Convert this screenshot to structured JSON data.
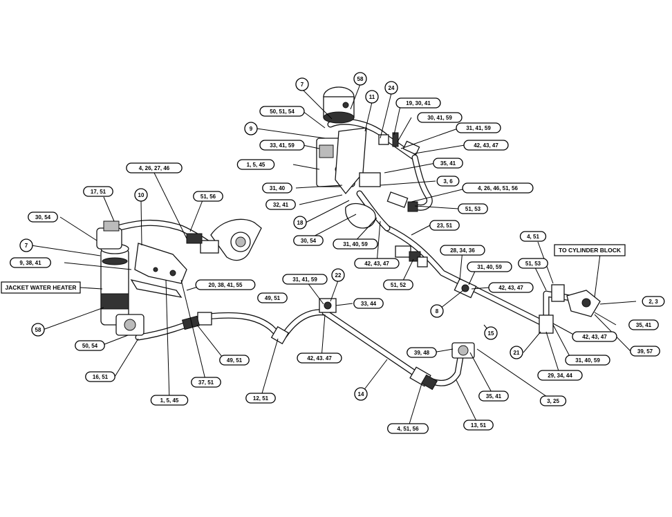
{
  "labels": {
    "jacket_water_heater": "JACKET WATER HEATER",
    "to_cylinder_block": "TO CYLINDER BLOCK"
  },
  "callouts": {
    "c_7_top": "7",
    "c_58_top": "58",
    "c_11": "11",
    "c_24": "24",
    "c_50_51_54": "50, 51, 54",
    "c_19_30_41": "19, 30, 41",
    "c_9_top": "9",
    "c_30_41_59": "30, 41, 59",
    "c_31_41_59_a": "31, 41, 59",
    "c_33_41_59": "33, 41, 59",
    "c_42_43_47_a": "42, 43, 47",
    "c_1_5_45_top": "1, 5, 45",
    "c_35_41_a": "35, 41",
    "c_4_26_27_46": "4, 26, 27, 46",
    "c_3_6": "3, 6",
    "c_31_40": "31, 40",
    "c_4_26_46_51_56": "4, 26, 46, 51, 56",
    "c_17_51": "17, 51",
    "c_10": "10",
    "c_51_56": "51, 56",
    "c_32_41": "32, 41",
    "c_51_53_a": "51, 53",
    "c_30_54_a": "30, 54",
    "c_18": "18",
    "c_23_51": "23, 51",
    "c_30_54_b": "30, 54",
    "c_31_40_59_a": "31, 40, 59",
    "c_7_left": "7",
    "c_4_51_right": "4, 51",
    "c_9_38_41": "9, 38, 41",
    "c_28_34_36": "28, 34, 36",
    "c_42_43_47_b": "42, 43, 47",
    "c_31_40_59_b": "31, 40, 59",
    "c_51_53_b": "51, 53",
    "c_51_52": "51, 52",
    "c_20_38_41_55": "20, 38, 41, 55",
    "c_31_41_59_b": "31, 41, 59",
    "c_22": "22",
    "c_42_43_47_c": "42, 43, 47",
    "c_49_51_a": "49, 51",
    "c_33_44": "33, 44",
    "c_8": "8",
    "c_2_3": "2, 3",
    "c_35_41_b": "35, 41",
    "c_58_left": "58",
    "c_15": "15",
    "c_42_43_47_d": "42, 43, 47",
    "c_39_57": "39, 57",
    "c_50_54": "50, 54",
    "c_39_48": "39, 48",
    "c_21": "21",
    "c_49_51_b": "49, 51",
    "c_42_43_47_e": "42, 43. 47",
    "c_31_40_59_c": "31, 40, 59",
    "c_16_51": "16, 51",
    "c_29_34_44": "29, 34, 44",
    "c_37_51": "37, 51",
    "c_14": "14",
    "c_1_5_45_bottom": "1, 5, 45",
    "c_12_51": "12, 51",
    "c_35_41_c": "35, 41",
    "c_3_25": "3, 25",
    "c_13_51": "13, 51",
    "c_4_51_56": "4, 51, 56"
  }
}
